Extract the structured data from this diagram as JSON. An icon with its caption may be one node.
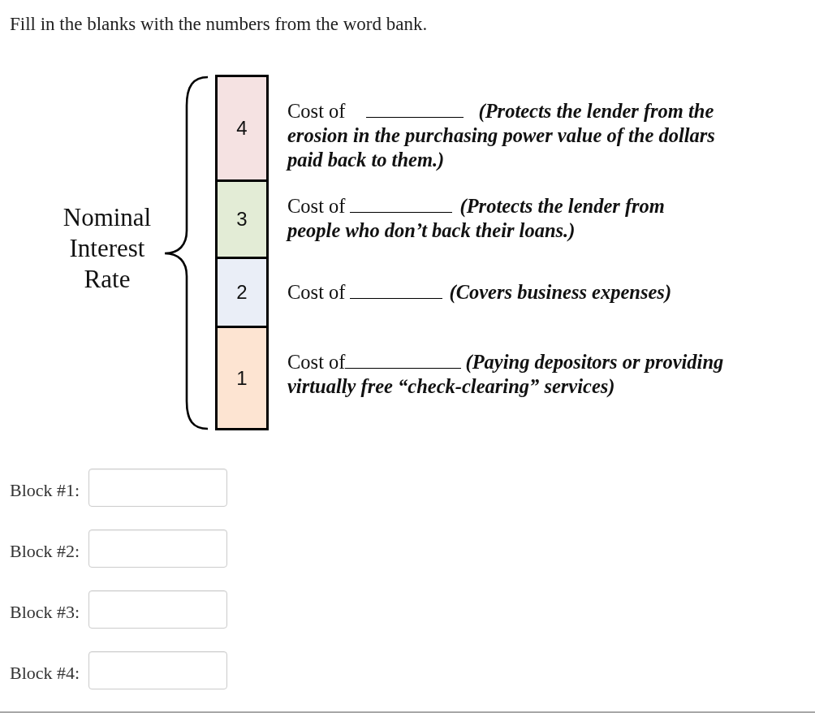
{
  "diagram": {
    "title": "Fill in the blanks with the numbers from the word bank.",
    "nodes": [
      {
        "text": [
          "4"
        ]
      },
      {
        "text": [
          "3"
        ]
      },
      {
        "text": [
          "2"
        ]
      },
      {
        "text": [
          "1"
        ]
      }
    ],
    "labels": [
      "Cost of",
      "(Protects the lender from the erosion in the purchasing power value of the dollars paid back to them.)",
      "Cost of",
      "(Protects the lender from people who don’t back their loans.)",
      "Nominal Interest Rate",
      "Cost of",
      "(Covers business expenses)",
      "Cost of",
      "(Paying depositors or providing virtually free “check-clearing” services)",
      "Block #1:",
      "Block #2:",
      "Block #3:",
      "Block #4:"
    ]
  }
}
